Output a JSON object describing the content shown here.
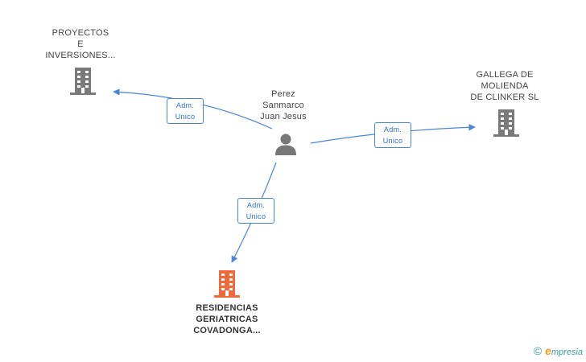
{
  "person": {
    "name": "Perez\nSanmarco\nJuan Jesus"
  },
  "companies": {
    "proyectos": {
      "name": "PROYECTOS\nE\nINVERSIONES..."
    },
    "gallega": {
      "name": "GALLEGA DE\nMOLIENDA\nDE CLINKER SL"
    },
    "residencias": {
      "name": "RESIDENCIAS\nGERIATRICAS\nCOVADONGA..."
    }
  },
  "edges": {
    "to_proyectos": "Adm.\nUnico",
    "to_gallega": "Adm.\nUnico",
    "to_residencias": "Adm.\nUnico"
  },
  "colors": {
    "building_gray": "#7a7a7a",
    "building_highlight": "#f06a3c",
    "person_gray": "#777777",
    "edge_blue": "#4a86d8"
  },
  "watermark": {
    "copyright": "©",
    "brand_first": "e",
    "brand_rest": "mpresia"
  }
}
